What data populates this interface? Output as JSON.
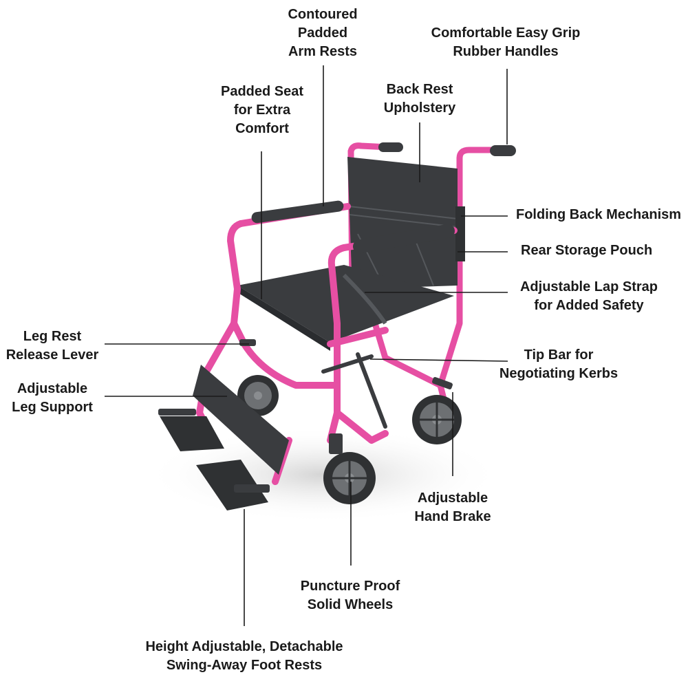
{
  "diagram": {
    "subject": "transport-wheelchair",
    "colors": {
      "frame": "#e64fa3",
      "frame_dark": "#b8327c",
      "upholstery": "#3a3c3f",
      "upholstery_light": "#55585c",
      "tyre": "#2f3133",
      "hub": "#8a8d90",
      "text": "#1a1a1a"
    },
    "labels": {
      "arm_rests": [
        "Contoured",
        "Padded",
        "Arm Rests"
      ],
      "handles": [
        "Comfortable Easy Grip",
        "Rubber Handles"
      ],
      "padded_seat": [
        "Padded Seat",
        "for Extra",
        "Comfort"
      ],
      "back_rest": [
        "Back Rest",
        "Upholstery"
      ],
      "folding_back": [
        "Folding Back Mechanism"
      ],
      "storage_pouch": [
        "Rear Storage Pouch"
      ],
      "lap_strap": [
        "Adjustable Lap Strap",
        "for Added Safety"
      ],
      "leg_rest_lever": [
        "Leg Rest",
        "Release Lever"
      ],
      "leg_support": [
        "Adjustable",
        "Leg Support"
      ],
      "tip_bar": [
        "Tip Bar for",
        "Negotiating Kerbs"
      ],
      "hand_brake": [
        "Adjustable",
        "Hand Brake"
      ],
      "wheels": [
        "Puncture Proof",
        "Solid Wheels"
      ],
      "foot_rests": [
        "Height Adjustable, Detachable",
        "Swing-Away Foot Rests"
      ]
    }
  }
}
